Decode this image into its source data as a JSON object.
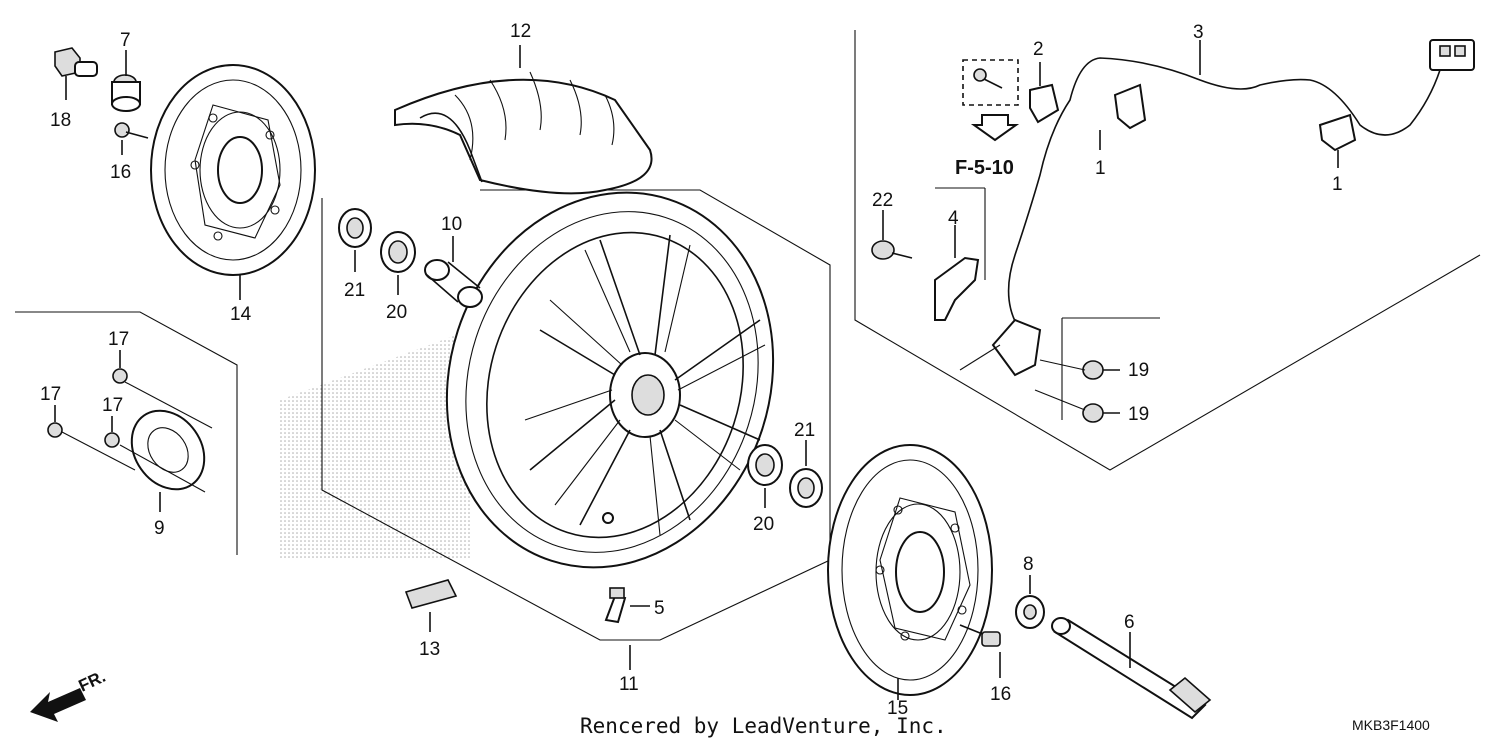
{
  "callouts": {
    "c1a": "1",
    "c1b": "1",
    "c2": "2",
    "c3": "3",
    "c4": "4",
    "c5": "5",
    "c6": "6",
    "c7": "7",
    "c8": "8",
    "c9": "9",
    "c10": "10",
    "c11": "11",
    "c12": "12",
    "c13": "13",
    "c14": "14",
    "c15": "15",
    "c16a": "16",
    "c16b": "16",
    "c17a": "17",
    "c17b": "17",
    "c17c": "17",
    "c18": "18",
    "c19a": "19",
    "c19b": "19",
    "c20a": "20",
    "c20b": "20",
    "c21a": "21",
    "c21b": "21",
    "c22": "22"
  },
  "reference": "F-5-10",
  "direction_label": "FR.",
  "credit": "Rencered by LeadVenture, Inc.",
  "diagram_code": "MKB3F1400"
}
